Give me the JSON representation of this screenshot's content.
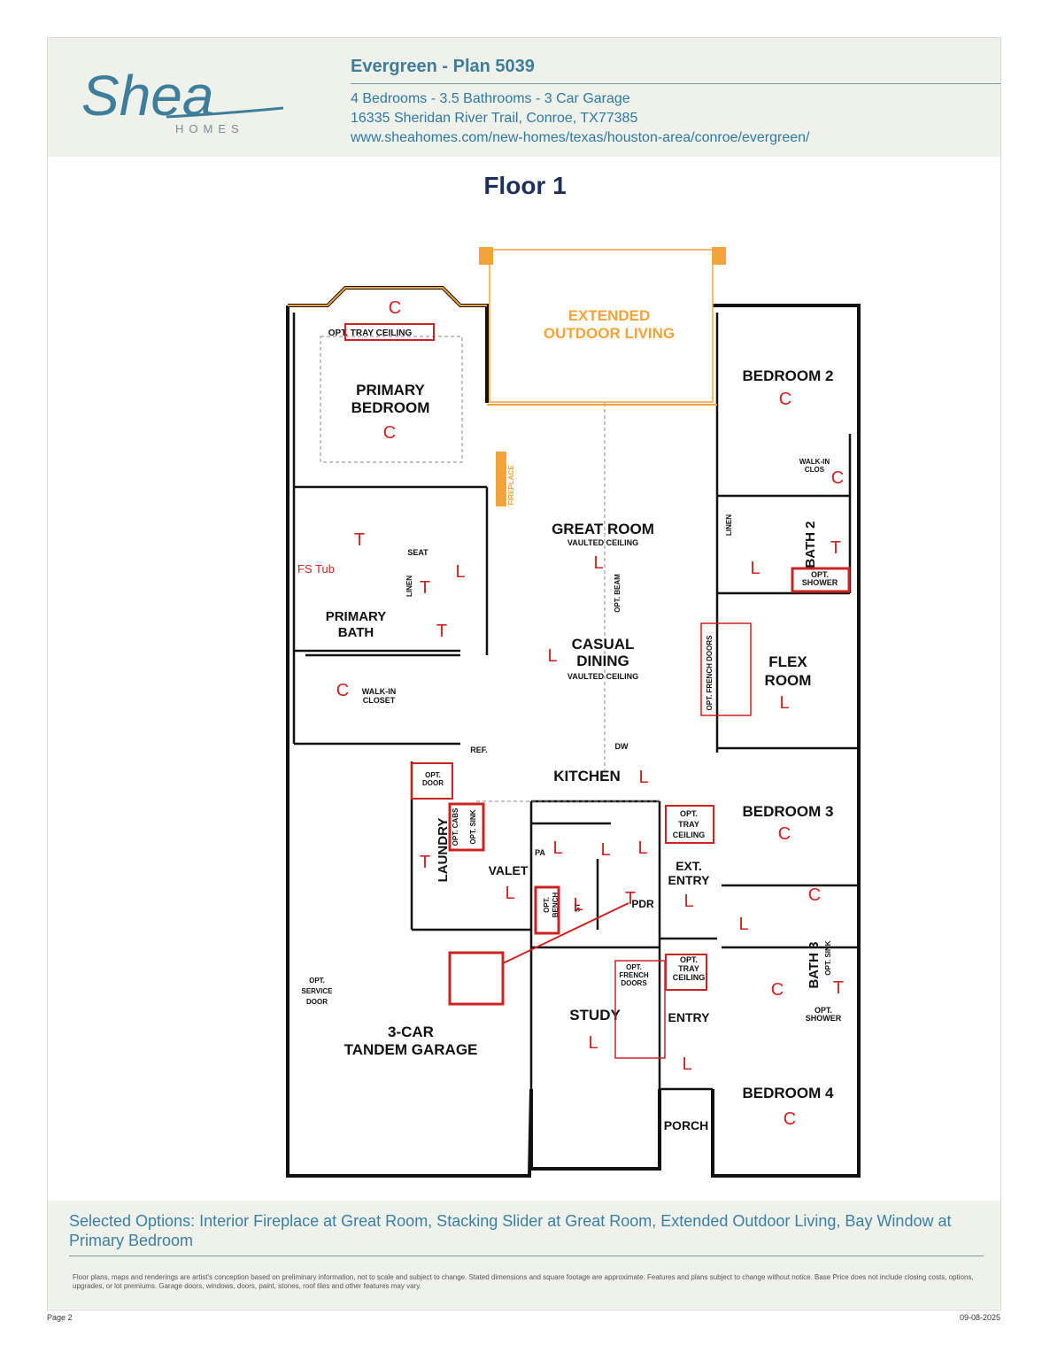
{
  "brand": {
    "logo_script": "Shea",
    "logo_sub": "HOMES",
    "color": "#3f7e9a"
  },
  "header": {
    "title": "Evergreen - Plan 5039",
    "specs": "4 Bedrooms - 3.5 Bathrooms - 3 Car Garage",
    "address": "16335 Sheridan River Trail, Conroe, TX77385",
    "url": "www.sheahomes.com/new-homes/texas/houston-area/conroe/evergreen/"
  },
  "floor_title": "Floor 1",
  "plan": {
    "rooms": {
      "outdoor_1": "EXTENDED",
      "outdoor_2": "OUTDOOR LIVING",
      "primary_1": "PRIMARY",
      "primary_2": "BEDROOM",
      "tray_primary": "OPT. TRAY CEILING",
      "bedroom2": "BEDROOM 2",
      "walkin_closet_b2": "WALK-IN",
      "closet_b2": "CLOS",
      "fireplace": "FIREPLACE",
      "great_room": "GREAT ROOM",
      "vaulted_1": "VAULTED CEILING",
      "opt_beam": "OPT. BEAM",
      "casual_1": "CASUAL",
      "casual_2": "DINING",
      "vaulted_2": "VAULTED CEILING",
      "bath2": "BATH 2",
      "linen_b2": "LINEN",
      "opt_shower_1": "OPT.",
      "opt_shower_2": "SHOWER",
      "seat": "SEAT",
      "fs_tub": "FS Tub",
      "linen_pb": "LINEN",
      "primary_bath_1": "PRIMARY",
      "primary_bath_2": "BATH",
      "walkin_1": "WALK-IN",
      "walkin_2": "CLOSET",
      "flex_1": "FLEX",
      "flex_2": "ROOM",
      "french_doors_flex": "OPT. FRENCH DOORS",
      "ref": "REF.",
      "dw": "DW",
      "kitchen": "KITCHEN",
      "opt_door_1": "OPT.",
      "opt_door_2": "DOOR",
      "laundry": "LAUNDRY",
      "opt_cabs": "OPT. CABS",
      "opt_sink_l": "OPT. SINK",
      "pantry": "PA",
      "valet": "VALET",
      "opt_bench_1": "OPT.",
      "opt_bench_2": "BENCH",
      "storage": "ST",
      "powder": "PDR",
      "tray_entry_1": "OPT.",
      "tray_entry_2": "TRAY",
      "tray_entry_3": "CEILING",
      "ext_entry_1": "EXT.",
      "ext_entry_2": "ENTRY",
      "bedroom3": "BEDROOM 3",
      "bath3": "BATH 3",
      "opt_sink_b3": "OPT. SINK",
      "opt_shower3_1": "OPT.",
      "opt_shower3_2": "SHOWER",
      "service_1": "OPT.",
      "service_2": "SERVICE",
      "service_3": "DOOR",
      "garage_1": "3-CAR",
      "garage_2": "TANDEM GARAGE",
      "study": "STUDY",
      "french_1": "OPT.",
      "french_2": "FRENCH",
      "french_3": "DOORS",
      "tray_foyer_1": "OPT.",
      "tray_foyer_2": "TRAY",
      "tray_foyer_3": "CEILING",
      "entry": "ENTRY",
      "porch": "PORCH",
      "bedroom4": "BEDROOM 4"
    },
    "markers": {
      "carpet": "C",
      "lvp": "L",
      "tile": "T"
    },
    "colors": {
      "wall": "#111111",
      "option": "#f2a33a",
      "marker": "#cc2222"
    }
  },
  "footer": {
    "selected_options": "Selected Options: Interior Fireplace at Great Room, Stacking Slider at Great Room, Extended Outdoor Living, Bay Window at Primary Bedroom",
    "disclaimer": "Floor plans, maps and renderings are artist's conception based on preliminary information, not to scale and subject to change. Stated dimensions and square footage are approximate. Features and plans subject to change without notice. Base Price does not include closing costs, options, upgrades, or lot premiums. Garage doors, windows, doors, paint, stones, roof tiles and other features may vary.",
    "page": "Page 2",
    "date": "09-08-2025"
  }
}
